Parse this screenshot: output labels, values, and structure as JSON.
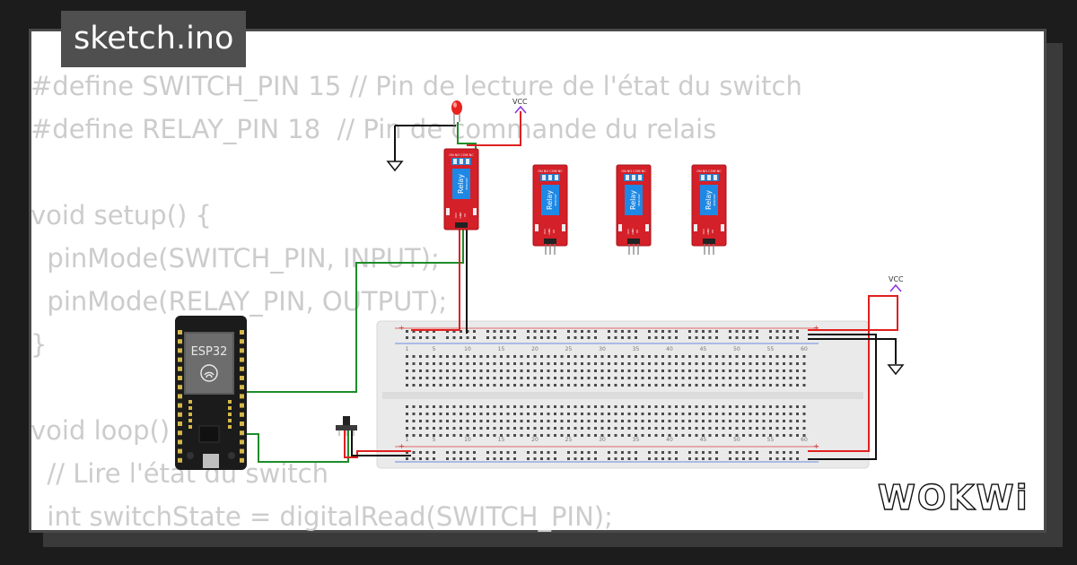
{
  "header": {
    "file_name": "sketch.ino"
  },
  "code": {
    "lines": [
      "#define SWITCH_PIN 15 // Pin de lecture de l'état du switch",
      "#define RELAY_PIN 18  // Pin de commande du relais",
      "",
      "void setup() {",
      "  pinMode(SWITCH_PIN, INPUT);",
      "  pinMode(RELAY_PIN, OUTPUT);",
      "}",
      "",
      "void loop() {",
      "  // Lire l'état du switch",
      "  int switchState = digitalRead(SWITCH_PIN);"
    ]
  },
  "circuit": {
    "vcc_label": "VCC",
    "esp32_label": "ESP32",
    "relay_label": "Relay",
    "relay_sub": "MODULE",
    "relay_terminals": "ON NO COM NC",
    "relay_pins": [
      "VCC",
      "GND",
      "IN"
    ],
    "breadboard_numbers": [
      "1",
      "5",
      "10",
      "15",
      "20",
      "25",
      "30",
      "35",
      "40",
      "45",
      "50",
      "55",
      "60"
    ],
    "rail_plus": "+",
    "rail_minus": "-"
  },
  "branding": {
    "logo_text": "WOKWi"
  },
  "colors": {
    "wire_green": "#1e8c2a",
    "wire_red": "#e02020",
    "wire_black": "#111111",
    "relay_board": "#d42028",
    "relay_coil": "#1e88e5",
    "esp32_board": "#1b1b1b",
    "breadboard": "#ececec"
  }
}
